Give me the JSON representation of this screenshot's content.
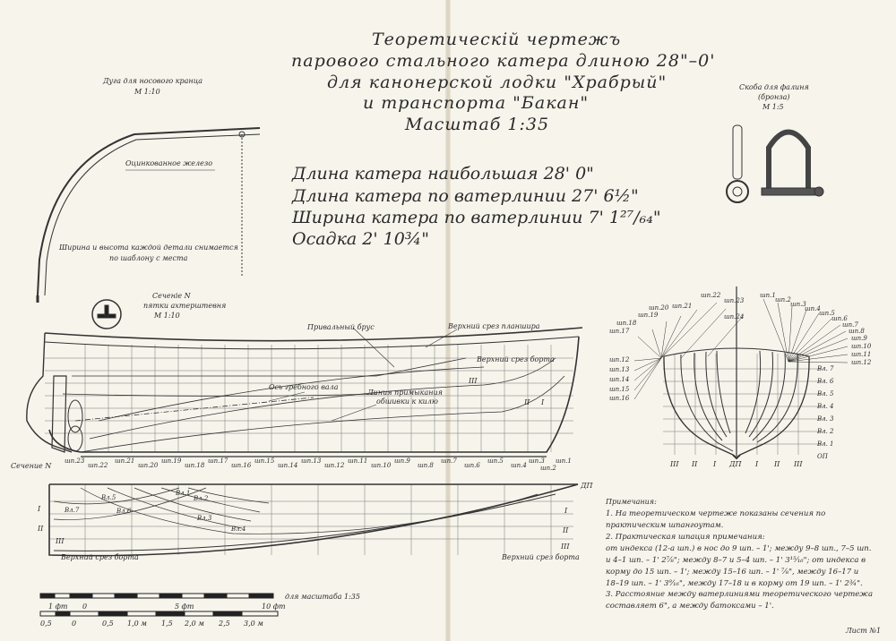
{
  "title": {
    "line1": "Теоретическій чертежъ",
    "line2": "парового стального катера длиною 28\"–0'",
    "line3": "для канонерской лодки \"Храбрый\"",
    "line4": "и транспорта \"Бакан\"",
    "line5": "Масштаб 1:35"
  },
  "specs": {
    "length_overall": "Длина катера наибольшая     28' 0\"",
    "length_waterline": "Длина катера по ватерлинии 27' 6½\"",
    "beam_waterline": "Ширина катера по ватерлинии 7' 1²⁷/₆₄\"",
    "draft": "Осадка 2' 10¾\""
  },
  "bow_arc": {
    "title": "Дуга для носового кранца",
    "scale": "М 1:10",
    "label_iron": "Оцинкованное железо",
    "note_line1": "Ширина и высота каждой детали снимается",
    "note_line2": "по шаблону с места"
  },
  "shackle": {
    "title_line1": "Скоба для фалиня",
    "title_line2": "(бронза)",
    "scale": "М 1:5"
  },
  "section": {
    "title_line1": "Сеченіе N",
    "title_line2": "пятки ахтерштевня",
    "scale": "М 1:10",
    "label_side": "Сечение N"
  },
  "profile_labels": {
    "rub_rail": "Привальный брус",
    "upper_gunwale": "Верхний срез планшира",
    "upper_side": "Верхний срез борта",
    "shaft_axis": "Ось гребного вала",
    "plank_line_1": "Линия примыкания",
    "plank_line_2": "обшивки к килю",
    "roman_III": "III",
    "roman_II": "II",
    "roman_I": "I"
  },
  "frames_profile": [
    "шп.23",
    "шп.22",
    "шп.21",
    "шп.20",
    "шп.19",
    "шп.18",
    "шп.17",
    "шп.16",
    "шп.15",
    "шп.14",
    "шп.13",
    "шп.12",
    "шп.11",
    "шп.10",
    "шп.9",
    "шп.8",
    "шп.7",
    "шп.6",
    "шп.5",
    "шп.4",
    "шп.3",
    "шп.2",
    "шп.1"
  ],
  "plan_labels": {
    "dp": "ДП",
    "wl_7": "Вл.7",
    "wl_6": "Вл.6",
    "wl_5": "Вл.5",
    "wl_4": "Вл.4",
    "wl_3": "Вл.3",
    "wl_2": "Вл.2",
    "wl_1": "Вл.1",
    "upper_side_left": "Верхний срез борта",
    "upper_side_right": "Верхний срез борта",
    "roman": [
      "I",
      "II",
      "III"
    ]
  },
  "body_plan": {
    "frames_left": [
      "шп.22",
      "шп.21",
      "шп.20",
      "шп.19",
      "шп.18",
      "шп.17",
      "шп.12",
      "шп.13",
      "шп.14",
      "шп.15",
      "шп.16"
    ],
    "frames_right": [
      "шп.1",
      "шп.2",
      "шп.3",
      "шп.4",
      "шп.5",
      "шп.6",
      "шп.7",
      "шп.8",
      "шп.9",
      "шп.10",
      "шп.11",
      "шп.12"
    ],
    "frames_top": [
      "шп.23",
      "шп.24"
    ],
    "waterlines": [
      "Вл. 7",
      "Вл. 6",
      "Вл. 5",
      "Вл. 4",
      "Вл. 3",
      "Вл. 2",
      "Вл. 1",
      "ОП"
    ],
    "bottom_labels": [
      "III",
      "II",
      "I",
      "ДП",
      "I",
      "II",
      "III"
    ]
  },
  "notes": {
    "heading": "Примечания:",
    "n1": "1. На теоретическом чертеже показаны сечения по практическим шпангоутам.",
    "n2_head": "2. Практическая шпация примечания:",
    "n2_body": "от индекса (12-а шп.) в нос до 9 шп. – 1'; между 9–8 шп., 7–5 шп. и 4–1 шп. – 1' 2⅞\"; между 8–7 и 5–4 шп. – 1' 3¹⁵⁄₁₆\"; от индекса в корму до 15 шп. – 1'; между 15–16 шп. – 1' ⅞\", между 16–17 и 18–19 шп. – 1' 3⁹⁄₁₆\", между 17–18 и в корму от 19 шп. – 1' 2¾\".",
    "n3": "3. Расстояние между ватерлиниями теоретического чертежа составляет 6\", а между батоксами – 1'."
  },
  "scale_bar": {
    "caption": "для масштаба 1:35",
    "top_labels": [
      "1 фт",
      "0",
      "5 фт",
      "10 фт"
    ],
    "bottom_labels": [
      "0,5",
      "0",
      "0,5",
      "1,0 м",
      "1,5",
      "2,0 м",
      "2,5",
      "3,0 м"
    ]
  },
  "sheet": "Лист №1"
}
